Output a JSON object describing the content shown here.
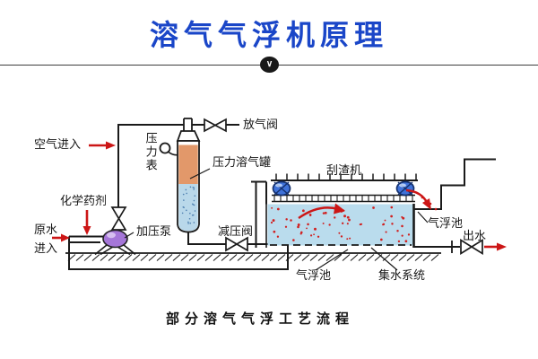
{
  "header": {
    "title": "溶气气浮机原理",
    "divider_icon": "∨"
  },
  "diagram": {
    "labels": {
      "air_in": "空气进入",
      "pressure_gauge": "压力表",
      "release_valve": "放气阀",
      "pressure_tank": "压力溶气罐",
      "chemicals": "化学药剂",
      "raw_water": "原水",
      "enter": "进入",
      "pressure_pump": "加压泵",
      "reducing_valve": "减压阀",
      "scraper": "刮渣机",
      "flotation_tank_right": "气浮池",
      "outlet": "出水",
      "flotation_tank_bottom": "气浮池",
      "water_collection": "集水系统"
    },
    "caption": "部分溶气气浮工艺流程",
    "colors": {
      "title_blue": "#1a46c8",
      "line_black": "#1a1a1a",
      "arrow_red": "#cc1616",
      "water_blue": "#badced",
      "tank_orange": "#e2986a",
      "tank_water_blue": "#b9d8ea",
      "pump_purple": "#a576d8",
      "pulley_blue": "#3f72d9"
    }
  }
}
